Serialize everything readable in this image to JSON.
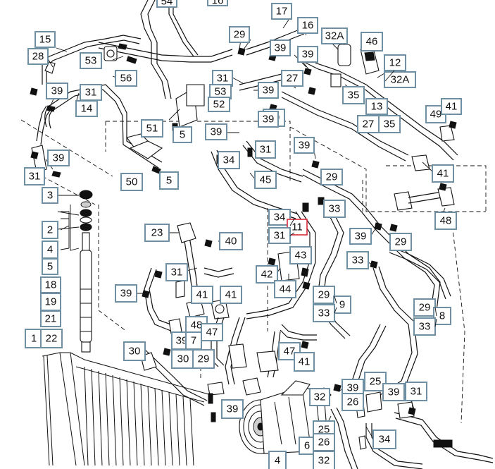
{
  "diagram": {
    "callouts": [
      {
        "id": "54",
        "text": "54"
      },
      {
        "id": "16a",
        "text": "16"
      },
      {
        "id": "17",
        "text": "17"
      },
      {
        "id": "15",
        "text": "15"
      },
      {
        "id": "28",
        "text": "28"
      },
      {
        "id": "29a",
        "text": "29"
      },
      {
        "id": "16b",
        "text": "16"
      },
      {
        "id": "32A-top",
        "text": "32A"
      },
      {
        "id": "46",
        "text": "46"
      },
      {
        "id": "53a",
        "text": "53"
      },
      {
        "id": "56",
        "text": "56"
      },
      {
        "id": "39a",
        "text": "39"
      },
      {
        "id": "39b",
        "text": "39"
      },
      {
        "id": "12",
        "text": "12"
      },
      {
        "id": "32A-right",
        "text": "32A"
      },
      {
        "id": "31a",
        "text": "31"
      },
      {
        "id": "27a",
        "text": "27"
      },
      {
        "id": "39c",
        "text": "39"
      },
      {
        "id": "31b",
        "text": "31"
      },
      {
        "id": "39d",
        "text": "39"
      },
      {
        "id": "53b",
        "text": "53"
      },
      {
        "id": "35a",
        "text": "35"
      },
      {
        "id": "52",
        "text": "52"
      },
      {
        "id": "39e",
        "text": "39"
      },
      {
        "id": "14",
        "text": "14"
      },
      {
        "id": "13",
        "text": "13"
      },
      {
        "id": "49",
        "text": "49"
      },
      {
        "id": "41a",
        "text": "41"
      },
      {
        "id": "39f",
        "text": "39"
      },
      {
        "id": "27b",
        "text": "27"
      },
      {
        "id": "35b",
        "text": "35"
      },
      {
        "id": "5a",
        "text": "5"
      },
      {
        "id": "51",
        "text": "51"
      },
      {
        "id": "39g",
        "text": "39"
      },
      {
        "id": "31c",
        "text": "31"
      },
      {
        "id": "39h",
        "text": "39"
      },
      {
        "id": "39i",
        "text": "39"
      },
      {
        "id": "34a",
        "text": "34"
      },
      {
        "id": "31d",
        "text": "31"
      },
      {
        "id": "29b",
        "text": "29"
      },
      {
        "id": "41b",
        "text": "41"
      },
      {
        "id": "50",
        "text": "50"
      },
      {
        "id": "5b",
        "text": "5"
      },
      {
        "id": "45",
        "text": "45"
      },
      {
        "id": "3",
        "text": "3"
      },
      {
        "id": "33a",
        "text": "33"
      },
      {
        "id": "48a",
        "text": "48"
      },
      {
        "id": "34b",
        "text": "34"
      },
      {
        "id": "11",
        "text": "11"
      },
      {
        "id": "2",
        "text": "2"
      },
      {
        "id": "23",
        "text": "23"
      },
      {
        "id": "31e",
        "text": "31"
      },
      {
        "id": "40",
        "text": "40"
      },
      {
        "id": "39j",
        "text": "39"
      },
      {
        "id": "29c",
        "text": "29"
      },
      {
        "id": "4a",
        "text": "4"
      },
      {
        "id": "43",
        "text": "43"
      },
      {
        "id": "33b",
        "text": "33"
      },
      {
        "id": "5c",
        "text": "5"
      },
      {
        "id": "31f",
        "text": "31"
      },
      {
        "id": "42",
        "text": "42"
      },
      {
        "id": "18",
        "text": "18"
      },
      {
        "id": "44",
        "text": "44"
      },
      {
        "id": "39k",
        "text": "39"
      },
      {
        "id": "41c",
        "text": "41"
      },
      {
        "id": "41d",
        "text": "41"
      },
      {
        "id": "29d",
        "text": "29"
      },
      {
        "id": "9",
        "text": "9"
      },
      {
        "id": "29e",
        "text": "29"
      },
      {
        "id": "19",
        "text": "19"
      },
      {
        "id": "33c",
        "text": "33"
      },
      {
        "id": "8",
        "text": "8"
      },
      {
        "id": "21",
        "text": "21"
      },
      {
        "id": "48b",
        "text": "48"
      },
      {
        "id": "47a",
        "text": "47"
      },
      {
        "id": "33d",
        "text": "33"
      },
      {
        "id": "1",
        "text": "1"
      },
      {
        "id": "22",
        "text": "22"
      },
      {
        "id": "39l",
        "text": "39"
      },
      {
        "id": "7",
        "text": "7"
      },
      {
        "id": "30a",
        "text": "30"
      },
      {
        "id": "47b",
        "text": "47"
      },
      {
        "id": "30b",
        "text": "30"
      },
      {
        "id": "29f",
        "text": "29"
      },
      {
        "id": "41e",
        "text": "41"
      },
      {
        "id": "25a",
        "text": "25"
      },
      {
        "id": "32",
        "text": "32"
      },
      {
        "id": "39m",
        "text": "39"
      },
      {
        "id": "39n",
        "text": "39"
      },
      {
        "id": "31g",
        "text": "31"
      },
      {
        "id": "39o",
        "text": "39"
      },
      {
        "id": "26a",
        "text": "26"
      },
      {
        "id": "25b",
        "text": "25"
      },
      {
        "id": "34c",
        "text": "34"
      },
      {
        "id": "6",
        "text": "6"
      },
      {
        "id": "26b",
        "text": "26"
      },
      {
        "id": "4b",
        "text": "4"
      },
      {
        "id": "32b",
        "text": "32"
      }
    ],
    "colors": {
      "callout_border": "#6f8fa3",
      "highlight_border": "#d9283a",
      "line": "#111111",
      "background": "#ffffff"
    },
    "highlighted_callout": "11"
  }
}
